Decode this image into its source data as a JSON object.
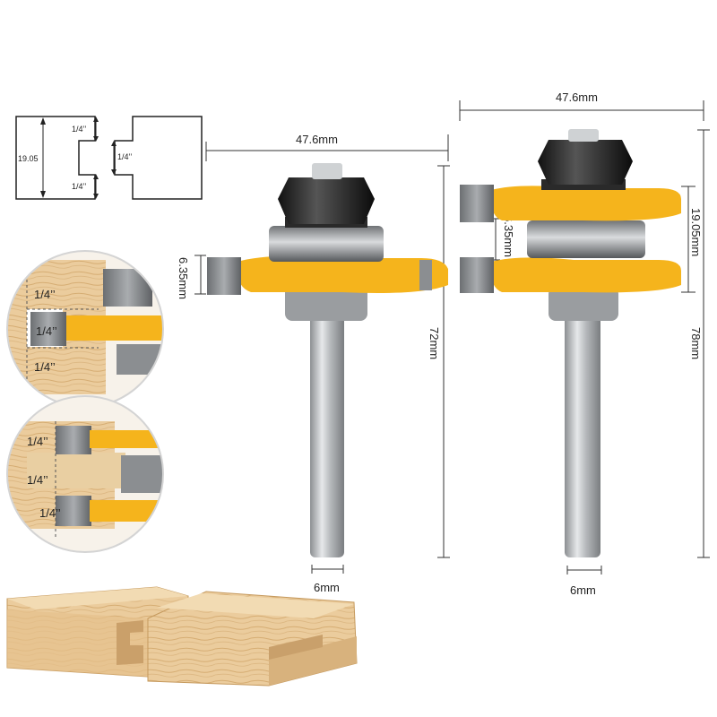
{
  "profile": {
    "total": "19.05",
    "top": "1/4’’",
    "bottom": "1/4’’",
    "tongue": "1/4’’"
  },
  "bit1": {
    "width": "47.6mm",
    "cut_height": "6.35mm",
    "length": "72mm",
    "shank": "6mm"
  },
  "bit2": {
    "width": "47.6mm",
    "gap": "6.35mm",
    "height": "19.05mm",
    "length": "78mm",
    "shank": "6mm"
  },
  "detail1": {
    "top": "1/4’’",
    "middle": "1/4’’",
    "bottom": "1/4’’"
  },
  "detail2": {
    "top": "1/4’’",
    "middle": "1/4’’",
    "bottom": "1/4’’"
  },
  "colors": {
    "yellow": "#f5b41c",
    "wood": "#e8c99a",
    "carbide": "#8a8d90",
    "steel": "#b9bcbf"
  }
}
